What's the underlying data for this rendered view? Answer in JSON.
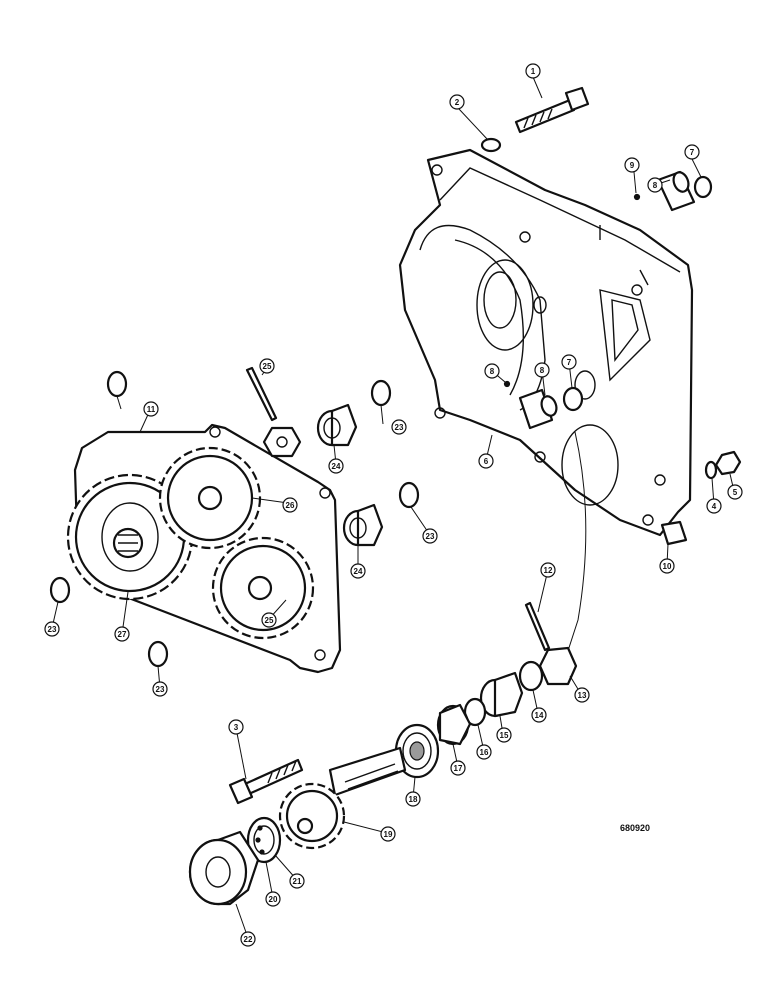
{
  "drawing_number": "680920",
  "callouts": [
    "1",
    "2",
    "9",
    "7",
    "8",
    "8",
    "7",
    "8",
    "6",
    "4",
    "5",
    "10",
    "25",
    "23",
    "11",
    "24",
    "23",
    "26",
    "24",
    "23",
    "23",
    "27",
    "25",
    "23",
    "12",
    "13",
    "14",
    "15",
    "16",
    "17",
    "18",
    "3",
    "19",
    "21",
    "20",
    "22"
  ]
}
